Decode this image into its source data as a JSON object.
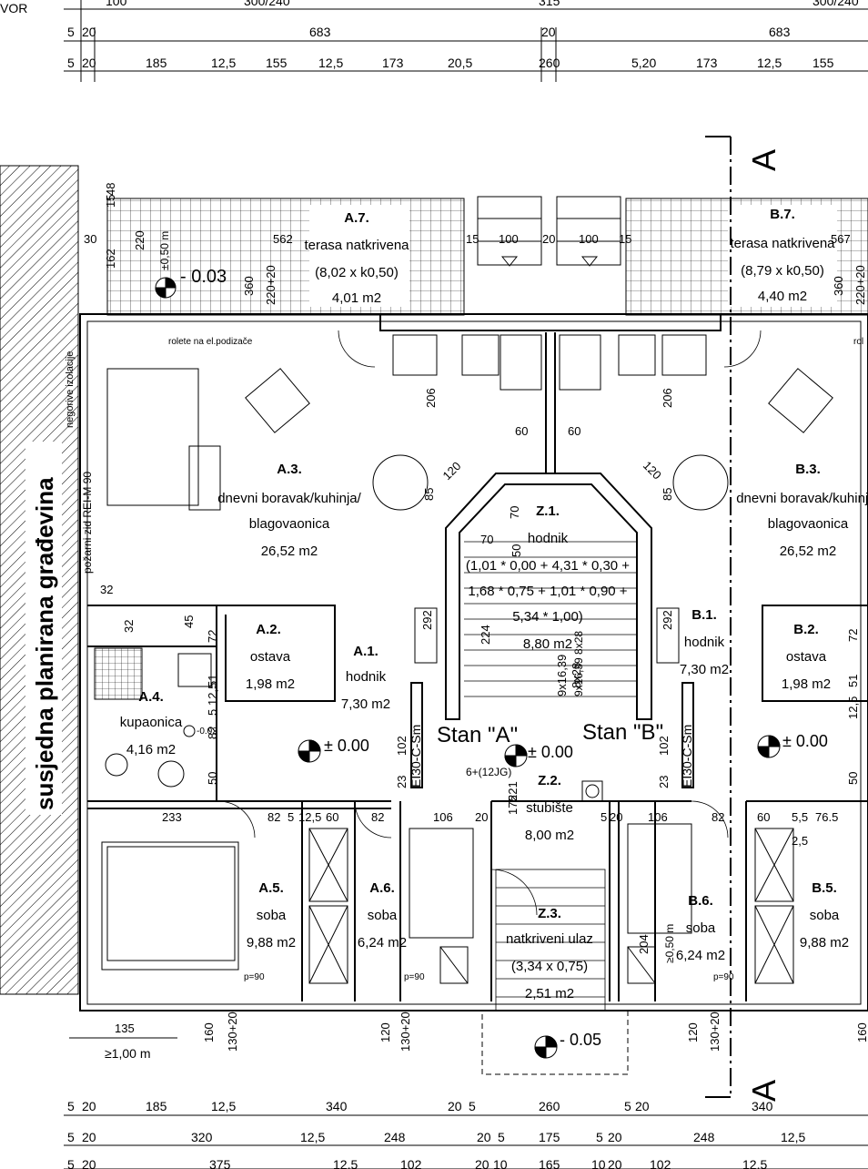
{
  "corner_text": "VOR",
  "dims": {
    "top_row1": [
      "100",
      "300/240",
      "315",
      "300/240"
    ],
    "top_row2": [
      "5",
      "20",
      "683",
      "20",
      "683"
    ],
    "top_row3": [
      "5",
      "20",
      "185",
      "12,5",
      "155",
      "12,5",
      "173",
      "20,5",
      "260",
      "5,20",
      "173",
      "12,5",
      "155"
    ],
    "bottom_row1": [
      "5",
      "20",
      "185",
      "12,5",
      "340",
      "20",
      "5",
      "260",
      "5",
      "20",
      "340"
    ],
    "bottom_row2": [
      "5",
      "20",
      "320",
      "12,5",
      "248",
      "20",
      "5",
      "175",
      "5",
      "20",
      "248",
      "12,5"
    ],
    "bottom_row3": [
      "5",
      "20",
      "375",
      "12,5",
      "102",
      "20",
      "10",
      "165",
      "10",
      "20",
      "102",
      "12,5"
    ],
    "misc": [
      "48",
      "15",
      "30",
      "162",
      "220",
      "562",
      "15",
      "100",
      "20",
      "100",
      "15",
      "567",
      "360",
      "220+20",
      "360",
      "220+20",
      "206",
      "206",
      "60",
      "60",
      "120",
      "120",
      "85",
      "85",
      "70",
      "70",
      "50",
      "32",
      "32",
      "45",
      "292",
      "292",
      "224",
      "9x16,39",
      "8x28",
      "72",
      "51",
      "5",
      "12,5",
      "82",
      "50",
      "102",
      "102",
      "23",
      "221",
      "175",
      "23",
      "233",
      "82",
      "5",
      "12,5",
      "60",
      "82",
      "106",
      "20",
      "5",
      "20",
      "106",
      "82",
      "60",
      "5,5",
      "76.5",
      "2,5",
      "204",
      "135",
      "160",
      "130+20",
      "120",
      "130+20",
      "120",
      "130+20",
      "160",
      "72",
      "51",
      "50",
      "12,5"
    ]
  },
  "levels": {
    "terrace_a": "- 0.03",
    "terrace_a_note": "±0,50 m",
    "floor_a": "± 0.00",
    "bath": "-0.02",
    "floor_center": "± 0.00",
    "floor_b": "± 0.00",
    "entrance": "- 0.05",
    "note_1m": "≥1,00 m",
    "note_050": "≥0,50 m"
  },
  "notes": {
    "rolete_a": "rolete na el.podizače",
    "rolete_b": "rol",
    "neighbor": "susjedna planirana građevina",
    "wall_note": "požarni zid REI-M 90",
    "facade_note": "negorive izolacije",
    "steps": "6+(12JG)",
    "stairs": "9x16,39  8x28",
    "fire_a": "EI30-C-Sm",
    "fire_b": "EI30-C-Sm",
    "p90_1": "p=90",
    "p90_2": "p=90",
    "p90_3": "p=90",
    "stan_a": "Stan \"A\"",
    "stan_b": "Stan \"B\"",
    "section_top": "A",
    "section_bottom": "A"
  },
  "rooms": {
    "a7": {
      "code": "A.7.",
      "name": "terasa natkrivena",
      "formula": "(8,02 x k0,50)",
      "area": "4,01 m2"
    },
    "b7": {
      "code": "B.7.",
      "name": "terasa natkrivena",
      "formula": "(8,79 x k0,50)",
      "area": "4,40 m2"
    },
    "a3": {
      "code": "A.3.",
      "name1": "dnevni boravak/kuhinja/",
      "name2": "blagovaonica",
      "area": "26,52 m2"
    },
    "b3": {
      "code": "B.3.",
      "name1": "dnevni boravak/kuhinja/",
      "name2": "blagovaonica",
      "area": "26,52 m2"
    },
    "z1": {
      "code": "Z.1.",
      "name": "hodnik",
      "f1": "(1,01 * 0,00 + 4,31 * 0,30 +",
      "f2": "1,68 * 0,75 + 1,01 * 0,90 +",
      "f3": "5,34 * 1,00)",
      "area": "8,80 m2"
    },
    "a1": {
      "code": "A.1.",
      "name": "hodnik",
      "area": "7,30 m2"
    },
    "b1": {
      "code": "B.1.",
      "name": "hodnik",
      "area": "7,30 m2"
    },
    "a2": {
      "code": "A.2.",
      "name": "ostava",
      "area": "1,98 m2"
    },
    "b2": {
      "code": "B.2.",
      "name": "ostava",
      "area": "1,98 m2"
    },
    "a4": {
      "code": "A.4.",
      "name": "kupaonica",
      "area": "4,16 m2"
    },
    "z2": {
      "code": "Z.2.",
      "name": "stubište",
      "area": "8,00 m2"
    },
    "a5": {
      "code": "A.5.",
      "name": "soba",
      "area": "9,88 m2"
    },
    "a6": {
      "code": "A.6.",
      "name": "soba",
      "area": "6,24 m2"
    },
    "z3": {
      "code": "Z.3.",
      "name": "natkriveni ulaz",
      "formula": "(3,34 x 0,75)",
      "area": "2,51 m2"
    },
    "b6": {
      "code": "B.6.",
      "name": "soba",
      "area": "6,24 m2"
    },
    "b5": {
      "code": "B.5.",
      "name": "soba",
      "area": "9,88 m2"
    }
  }
}
